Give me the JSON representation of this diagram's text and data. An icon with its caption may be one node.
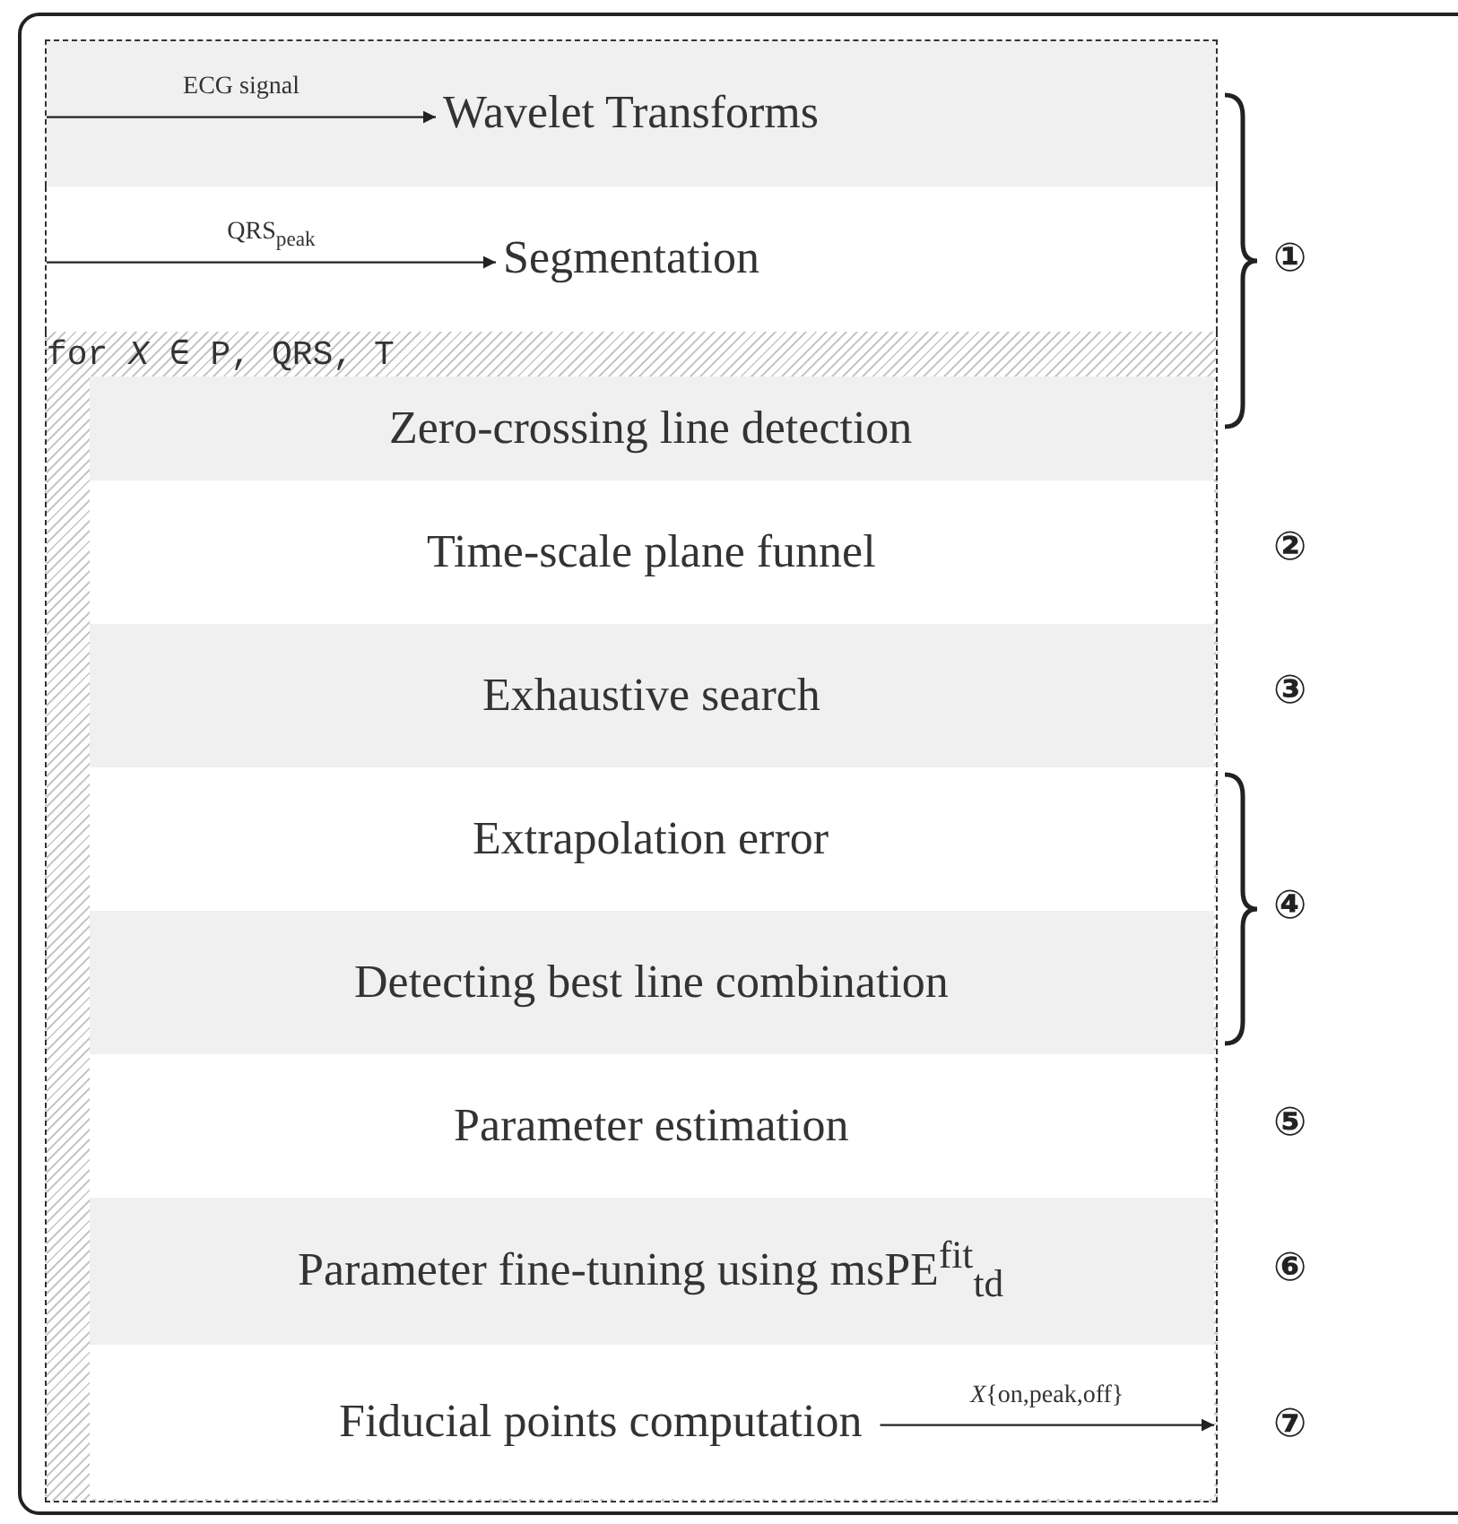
{
  "diagram": {
    "nodes": [
      {
        "text": [
          "Wavelet Transforms"
        ]
      },
      {
        "text": [
          "Segmentation"
        ]
      },
      {
        "text": [
          "for *X* ∈ P, QRS, T"
        ]
      },
      {
        "text": [
          "Zero-crossing line detection"
        ],
        "in": 2
      },
      {
        "text": [
          "Time-scale plane funnel"
        ],
        "in": 2
      },
      {
        "text": [
          "Exhaustive search"
        ],
        "in": 2
      },
      {
        "text": [
          "Extrapolation error"
        ],
        "in": 2
      },
      {
        "text": [
          "Detecting best line combination"
        ],
        "in": 2
      },
      {
        "text": [
          "Parameter estimation"
        ],
        "in": 2
      },
      {
        "text": [
          "Parameter fine-tuning using msPE$^{fit}$$_{td}$"
        ],
        "in": 2
      },
      {
        "text": [
          "Fiducial points computation"
        ],
        "in": 2
      }
    ],
    "edges": [
      {
        "from": null,
        "to": 0,
        "arrow": "to",
        "label": "ECG signal"
      },
      {
        "from": null,
        "to": 1,
        "arrow": "to",
        "label": "QRS$_{peak}$"
      },
      {
        "from": 10,
        "to": null,
        "arrow": "to",
        "label": "*X*{on,peak,off}"
      }
    ],
    "labels": [
      "①",
      "②",
      "③",
      "④",
      "⑤",
      "⑥",
      "⑦"
    ]
  }
}
